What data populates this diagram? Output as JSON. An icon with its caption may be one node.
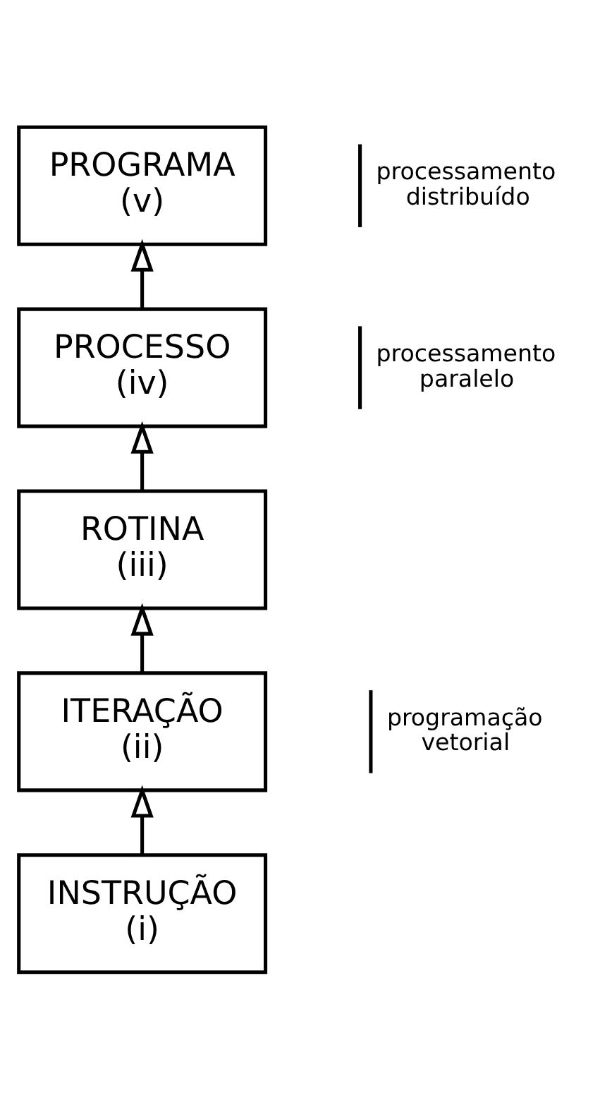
{
  "diagram": {
    "nodes": [
      {
        "text": [
          "PROGRAMA (v)"
        ]
      },
      {
        "text": [
          "PROCESSO (iv)"
        ]
      },
      {
        "text": [
          "ROTINA (iii)"
        ]
      },
      {
        "text": [
          "ITERAÇÃO (ii)"
        ]
      },
      {
        "text": [
          "INSTRUÇÃO (i)"
        ]
      }
    ],
    "edges": [
      {
        "from": 1,
        "to": 0,
        "arrow": "to"
      },
      {
        "from": 2,
        "to": 1,
        "arrow": "to"
      },
      {
        "from": 3,
        "to": 2,
        "arrow": "to"
      },
      {
        "from": 4,
        "to": 3,
        "arrow": "to"
      }
    ],
    "labels": [
      "processamento distribuído",
      "processamento paralelo",
      "programação vetorial"
    ]
  }
}
